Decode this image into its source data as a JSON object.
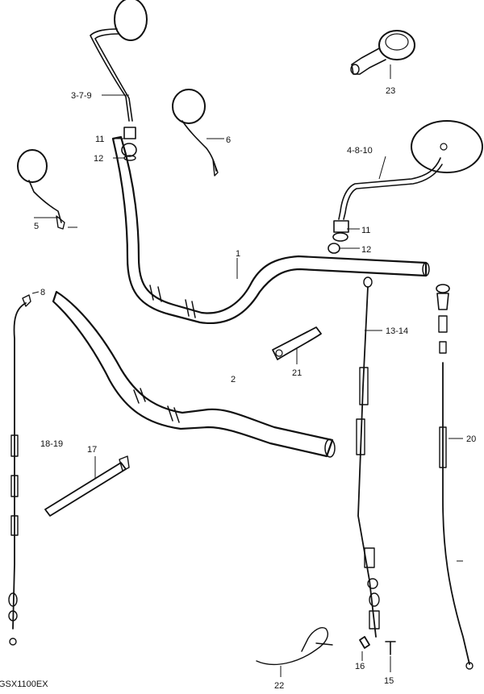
{
  "callouts": {
    "c1": "1",
    "c2": "2",
    "c3": "3-7-9",
    "c4": "4-8-10",
    "c5": "5",
    "c6": "6",
    "c8": "8",
    "c11a": "11",
    "c11b": "11",
    "c12a": "12",
    "c12b": "12",
    "c13": "13-14",
    "c15": "15",
    "c16": "16",
    "c17": "17",
    "c18": "18-19",
    "c20": "20",
    "c21": "21",
    "c22": "22",
    "c23": "23"
  },
  "model_code": "GSX1100EX"
}
